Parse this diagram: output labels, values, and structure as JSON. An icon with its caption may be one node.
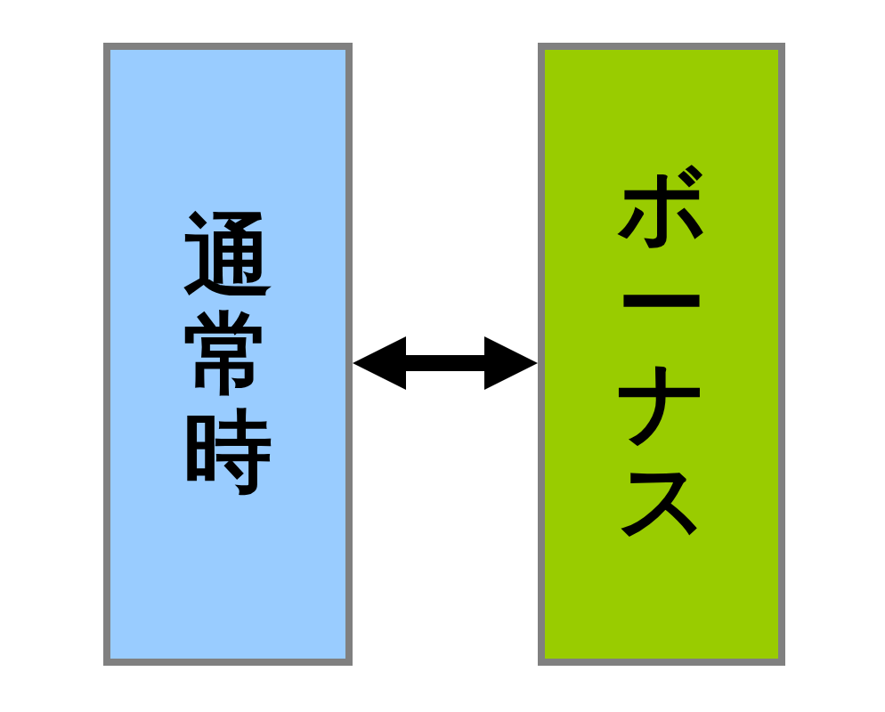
{
  "diagram": {
    "nodes": [
      {
        "text": [
          "通常時"
        ]
      },
      {
        "text": [
          "ボーナス"
        ]
      }
    ],
    "edges": [
      {
        "from": 0,
        "to": 1,
        "arrow": "both"
      }
    ]
  }
}
